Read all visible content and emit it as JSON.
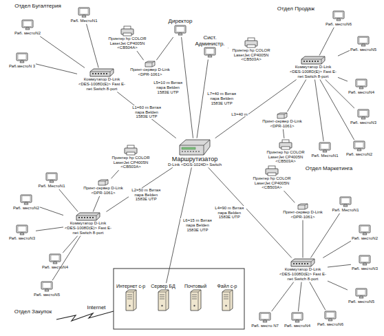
{
  "diagram": {
    "nodes": [
      {
        "text": [
          "Маршрутизатор",
          "D-Link <DGS-1024D> Switch"
        ]
      },
      {
        "text": [
          "Коммутатор D-Link <DES-1008D(E)> Fast E-net Switch 8-port"
        ]
      },
      {
        "text": [
          "Раб. МестоN1"
        ]
      },
      {
        "text": [
          "Раб. местоN2"
        ]
      },
      {
        "text": [
          "Раб.местоN 3"
        ]
      },
      {
        "text": [
          "Принтер hp COLOR LaserJet CP4005N <CB504A>"
        ]
      },
      {
        "text": [
          "Принт-сервер D-Link <DPR-1061>"
        ]
      },
      {
        "text": [
          "Директор"
        ]
      },
      {
        "text": [
          "Сист. Администр."
        ]
      },
      {
        "text": [
          "Принтер hp COLOR LaserJet CP4005N <CB503A>"
        ]
      },
      {
        "text": [
          "Коммутатор D-Link <DES-1008D(E)> Fast E-net Switch 8-port"
        ]
      },
      {
        "text": [
          "Принт-сервер D-Link <DPR-1061>"
        ]
      },
      {
        "text": [
          "Принтер hp COLOR LaserJet CP4005N <CB503A>"
        ]
      },
      {
        "text": [
          "Раб. МестоN1"
        ]
      },
      {
        "text": [
          "Раб. местоN2"
        ]
      },
      {
        "text": [
          "Раб. местоN3"
        ]
      },
      {
        "text": [
          "Раб. местоN4"
        ]
      },
      {
        "text": [
          "Раб. местоN5"
        ]
      },
      {
        "text": [
          "Раб. местоN6"
        ]
      },
      {
        "text": [
          "Коммутатор D-Link <DES-1008D(E)> Fast E-net Switch 8-port"
        ]
      },
      {
        "text": [
          "Принт-сервер D-Link <DPR-1061>"
        ]
      },
      {
        "text": [
          "Принтер hp COLOR LaserJet CP4005N <CB503A>"
        ]
      },
      {
        "text": [
          "Раб. МестоN1"
        ]
      },
      {
        "text": [
          "Раб. местоN2"
        ]
      },
      {
        "text": [
          "Раб. местоN3"
        ]
      },
      {
        "text": [
          "Раб. местоN4"
        ]
      },
      {
        "text": [
          "Раб. местоN5"
        ]
      },
      {
        "text": [
          "Раб. местоN6"
        ]
      },
      {
        "text": [
          "Раб. место N7"
        ]
      },
      {
        "text": [
          "Коммутатор D-Link <DES-1008D(E)> Fast E-net Switch 8-port"
        ]
      },
      {
        "text": [
          "Принт-сервер D-Link <DPR-1061>"
        ]
      },
      {
        "text": [
          "Принтер hp COLOR LaserJet CP4005N <CB503A>"
        ]
      },
      {
        "text": [
          "Раб. МестоN1"
        ]
      },
      {
        "text": [
          "Раб. местоN2"
        ]
      },
      {
        "text": [
          "Раб. местоN3"
        ]
      },
      {
        "text": [
          "Раб. местоN4"
        ]
      },
      {
        "text": [
          "Раб. местоN5"
        ]
      },
      {
        "text": [
          "Интернет с-р"
        ]
      },
      {
        "text": [
          "Сервер БД"
        ]
      },
      {
        "text": [
          "Почтовый"
        ]
      },
      {
        "text": [
          "Файл с-р"
        ]
      }
    ],
    "edges": [
      {
        "from": 0,
        "to": 1,
        "arrow": "none",
        "label": "L1=60 m Витая пара Belden 1583E UTP"
      },
      {
        "from": 0,
        "to": 7,
        "arrow": "none",
        "label": "L5=10 m Витая пара Belden 1583E UTP"
      },
      {
        "from": 0,
        "to": 8,
        "arrow": "none",
        "label": "L7=40 m Витая пара Belden 1583E UTP"
      },
      {
        "from": 0,
        "to": 10,
        "arrow": "none",
        "label": "L3=40 m"
      },
      {
        "from": 0,
        "to": 19,
        "arrow": "none",
        "label": "L4=90 m Витая пара Belden 1583E UTP"
      },
      {
        "from": 0,
        "to": 29,
        "arrow": "none",
        "label": "L2=50 m Витая пара Belden 1583E UTP"
      },
      {
        "from": 0,
        "to": 38,
        "arrow": "none",
        "label": "L6=15 m Витая пара Belden 1583E UTP"
      },
      {
        "from": 1,
        "to": 2,
        "arrow": "none"
      },
      {
        "from": 1,
        "to": 3,
        "arrow": "none"
      },
      {
        "from": 1,
        "to": 4,
        "arrow": "none"
      },
      {
        "from": 7,
        "to": 6,
        "arrow": "none"
      },
      {
        "from": 6,
        "to": 5,
        "arrow": "none"
      },
      {
        "from": 8,
        "to": 9,
        "arrow": "none"
      },
      {
        "from": 10,
        "to": 11,
        "arrow": "none"
      },
      {
        "from": 11,
        "to": 12,
        "arrow": "none"
      },
      {
        "from": 10,
        "to": 13,
        "arrow": "none"
      },
      {
        "from": 10,
        "to": 14,
        "arrow": "none"
      },
      {
        "from": 10,
        "to": 15,
        "arrow": "none"
      },
      {
        "from": 10,
        "to": 16,
        "arrow": "none"
      },
      {
        "from": 10,
        "to": 17,
        "arrow": "none"
      },
      {
        "from": 10,
        "to": 18,
        "arrow": "none"
      },
      {
        "from": 19,
        "to": 20,
        "arrow": "none"
      },
      {
        "from": 20,
        "to": 21,
        "arrow": "none"
      },
      {
        "from": 19,
        "to": 22,
        "arrow": "none"
      },
      {
        "from": 19,
        "to": 23,
        "arrow": "none"
      },
      {
        "from": 19,
        "to": 24,
        "arrow": "none"
      },
      {
        "from": 19,
        "to": 25,
        "arrow": "none"
      },
      {
        "from": 19,
        "to": 26,
        "arrow": "none"
      },
      {
        "from": 19,
        "to": 27,
        "arrow": "none"
      },
      {
        "from": 19,
        "to": 28,
        "arrow": "none"
      },
      {
        "from": 29,
        "to": 30,
        "arrow": "none"
      },
      {
        "from": 30,
        "to": 31,
        "arrow": "none"
      },
      {
        "from": 29,
        "to": 32,
        "arrow": "none"
      },
      {
        "from": 29,
        "to": 33,
        "arrow": "none"
      },
      {
        "from": 29,
        "to": 34,
        "arrow": "none"
      },
      {
        "from": 29,
        "to": 35,
        "arrow": "none"
      },
      {
        "from": 29,
        "to": 36,
        "arrow": "none"
      }
    ],
    "labels": [
      "Отдел Бугалтерия",
      "Отдел Продаж",
      "Отдел Маркетинга",
      "Отдел Закупок",
      "Internet"
    ]
  }
}
